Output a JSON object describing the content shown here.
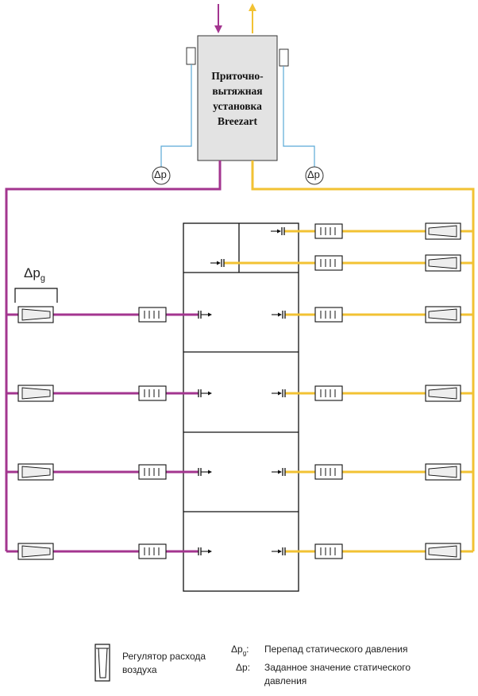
{
  "ahu": {
    "line1": "Приточно-",
    "line2": "вытяжная",
    "line3": "установка",
    "line4": "Breezart"
  },
  "sensors": {
    "supply_dp": "Δp",
    "exhaust_dp": "Δp"
  },
  "group_label": {
    "symbol": "Δp",
    "subscript": "g"
  },
  "legend": {
    "regulator_line1": "Регулятор расхода",
    "regulator_line2": "воздуха",
    "dpg_symbol": "Δp",
    "dpg_subscript": "g",
    "dpg_colon": ":",
    "dpg_text": "Перепад статического давления",
    "dp_symbol": "Δp:",
    "dp_line1": "Заданное значение статического",
    "dp_line2": "давления"
  },
  "colors": {
    "supply": "#a3358f",
    "exhaust": "#f2c233",
    "sensor_line": "#5aa9d6",
    "ahu_fill": "#e3e3e3"
  }
}
